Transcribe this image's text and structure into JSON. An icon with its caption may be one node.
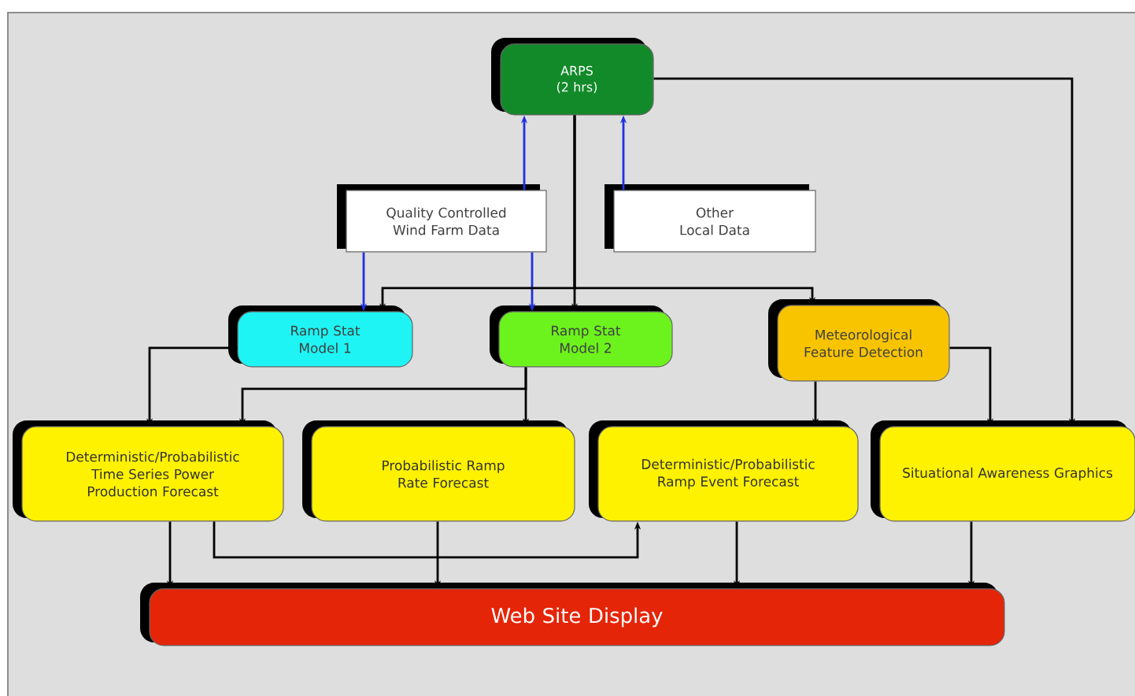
{
  "diagram": {
    "nodes": [
      {
        "text": [
          "ARPS (2 hrs)"
        ]
      },
      {
        "text": [
          "Quality Controlled Wind Farm Data"
        ]
      },
      {
        "text": [
          "Other Local Data"
        ]
      },
      {
        "text": [
          "Ramp Stat Model 1"
        ]
      },
      {
        "text": [
          "Ramp Stat Model 2"
        ]
      },
      {
        "text": [
          "Meteorological Feature Detection"
        ]
      },
      {
        "text": [
          "Deterministic/Probabilistic Time Series Power Production Forecast"
        ]
      },
      {
        "text": [
          "Probabilistic Ramp Rate Forecast"
        ]
      },
      {
        "text": [
          "Deterministic/Probabilistic Ramp Event Forecast"
        ]
      },
      {
        "text": [
          "Situational Awareness Graphics"
        ]
      },
      {
        "text": [
          "Web Site Display"
        ]
      }
    ],
    "edges": [
      {
        "from": 1,
        "to": 0,
        "arrow": "to",
        "color": "#2030e0"
      },
      {
        "from": 2,
        "to": 0,
        "arrow": "to",
        "color": "#2030e0"
      },
      {
        "from": 1,
        "to": 3,
        "arrow": "to",
        "color": "#2030e0"
      },
      {
        "from": 1,
        "to": 4,
        "arrow": "to",
        "color": "#2030e0"
      },
      {
        "from": 0,
        "to": 3,
        "arrow": "to"
      },
      {
        "from": 0,
        "to": 4,
        "arrow": "to"
      },
      {
        "from": 0,
        "to": 5,
        "arrow": "to"
      },
      {
        "from": 0,
        "to": 9,
        "arrow": "to"
      },
      {
        "from": 3,
        "to": 6,
        "arrow": "to"
      },
      {
        "from": 4,
        "to": 6,
        "arrow": "to"
      },
      {
        "from": 4,
        "to": 7,
        "arrow": "to"
      },
      {
        "from": 5,
        "to": 8,
        "arrow": "to"
      },
      {
        "from": 5,
        "to": 9,
        "arrow": "to"
      },
      {
        "from": 6,
        "to": 10,
        "arrow": "to"
      },
      {
        "from": 6,
        "to": 8,
        "arrow": "to"
      },
      {
        "from": 7,
        "to": 10,
        "arrow": "to"
      },
      {
        "from": 8,
        "to": 10,
        "arrow": "to"
      },
      {
        "from": 9,
        "to": 10,
        "arrow": "to"
      }
    ]
  }
}
